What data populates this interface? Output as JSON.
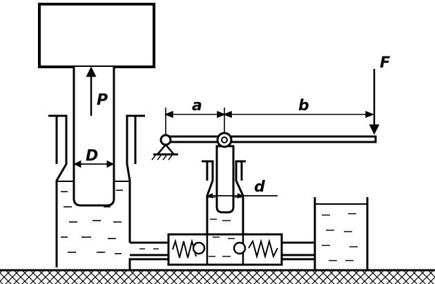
{
  "labels": {
    "pressure": "P",
    "diameter_big": "D",
    "diameter_small": "d",
    "lever_short": "a",
    "lever_long": "b",
    "force": "F"
  },
  "colors": {
    "ink": "#000000",
    "paper": "#ffffff"
  }
}
